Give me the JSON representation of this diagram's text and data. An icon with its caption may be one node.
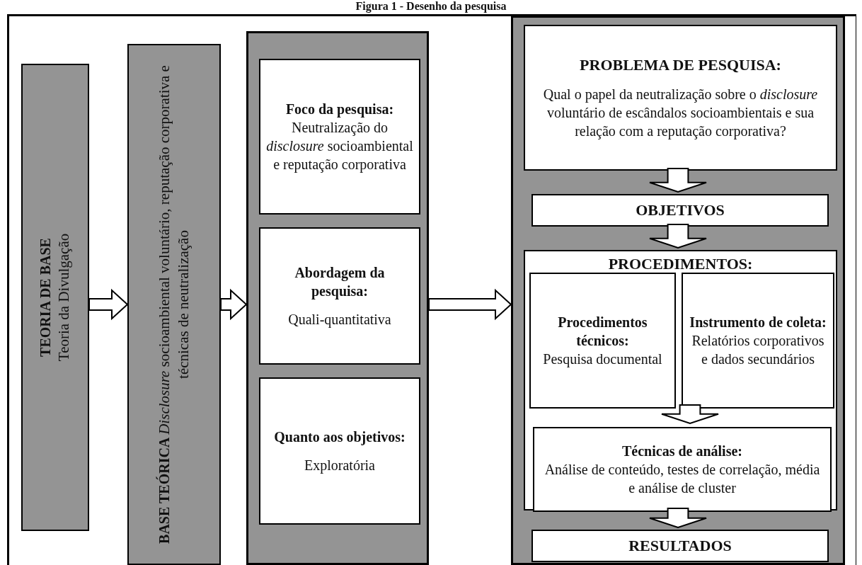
{
  "diagram": {
    "title": "Figura 1 - Desenho da pesquisa",
    "nodes": [
      {
        "text": [
          "TEORIA DE BASE",
          "Teoria da Divulgação"
        ]
      },
      {
        "text": [
          "BASE TEÓRICA",
          "*Disclosure* socioambiental voluntário, reputação corporativa e técnicas de neutralização"
        ]
      },
      {
        "text": [],
        "shape": "box"
      },
      {
        "text": [
          "Foco da pesquisa:",
          "Neutralização do *disclosure* socioambiental e reputação corporativa"
        ],
        "in": 2
      },
      {
        "text": [
          "Abordagem da pesquisa:",
          "Quali-quantitativa"
        ],
        "in": 2
      },
      {
        "text": [
          "Quanto aos objetivos:",
          "Exploratória"
        ],
        "in": 2
      },
      {
        "text": [],
        "shape": "box"
      },
      {
        "text": [
          "PROBLEMA DE PESQUISA:",
          "Qual o papel da neutralização sobre o *disclosure* voluntário de escândalos socioambientais e sua relação com a reputação corporativa?"
        ],
        "in": 6
      },
      {
        "text": [
          "OBJETIVOS"
        ],
        "in": 6
      },
      {
        "text": [
          "PROCEDIMENTOS:"
        ],
        "in": 6
      },
      {
        "text": [
          "Procedimentos técnicos:",
          "Pesquisa documental"
        ],
        "in": 9
      },
      {
        "text": [
          "Instrumento de coleta:",
          "Relatórios corporativos e dados secundários"
        ],
        "in": 9
      },
      {
        "text": [
          "Técnicas de análise:",
          "Análise de conteúdo, testes de correlação, média e análise de cluster"
        ],
        "in": 9
      },
      {
        "text": [
          "RESULTADOS"
        ],
        "in": 6
      }
    ],
    "edges": [
      {
        "from": 0,
        "to": 1,
        "arrow": "to"
      },
      {
        "from": 1,
        "to": 2,
        "arrow": "to"
      },
      {
        "from": 2,
        "to": 6,
        "arrow": "to"
      },
      {
        "from": 7,
        "to": 8,
        "arrow": "to"
      },
      {
        "from": 8,
        "to": 9,
        "arrow": "to"
      },
      {
        "from": 10,
        "to": 12,
        "arrow": "to"
      },
      {
        "from": 11,
        "to": 12,
        "arrow": "to"
      },
      {
        "from": 9,
        "to": 13,
        "arrow": "to"
      }
    ]
  }
}
